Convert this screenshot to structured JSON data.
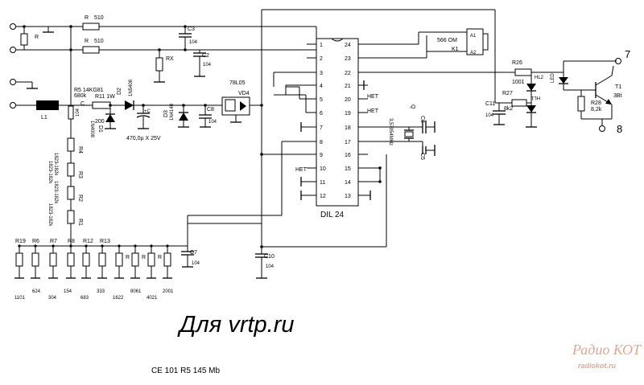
{
  "title": "Для vrtp.ru",
  "footer": "CE 101 R5 145 Mb",
  "watermark": {
    "line1": "Радио КОТ",
    "line2": "radiokot.ru"
  },
  "ic": {
    "name": "DIL 24",
    "left_pins": [
      "1",
      "2",
      "3",
      "4",
      "5",
      "6",
      "7",
      "8",
      "9",
      "10",
      "11",
      "12"
    ],
    "right_pins": [
      "24",
      "23",
      "22",
      "21",
      "20",
      "19",
      "18",
      "17",
      "16",
      "15",
      "14",
      "13"
    ],
    "het_labels": [
      "НЕТ",
      "НЕТ",
      "НЕТ"
    ]
  },
  "labels": {
    "r_top": "R",
    "r510a": "R",
    "v510a": "510",
    "r510b": "R",
    "v510b": "510",
    "c3": "C3",
    "c3v": "104",
    "c2": "C2",
    "c2v": "104",
    "rx": "RX",
    "r5": "R5 14KG81",
    "r5v": "680k",
    "c_lbl": "C",
    "c_v": "104",
    "r11": "R11 1W",
    "r11v": "200",
    "d2": "D2",
    "d2v": "1N5408",
    "d1": "D1",
    "d1v": "1N4008",
    "cplus": "+C",
    "cap470": "470,0µ X 25V",
    "d3": "D3",
    "d3v": "1N4148",
    "c8": "C8",
    "c8v": "104",
    "reg": "78L05",
    "vd4": "VD4",
    "l1": "L1",
    "r4": "R4",
    "r3": "R3",
    "r2": "R2",
    "r1": "R1",
    "rv1": "1823-182k",
    "rv2": "1823-182k",
    "rv3": "1823-182k",
    "rv4": "1823-182k",
    "k1a": "566 OM",
    "k1b": "K1",
    "a1": "A1",
    "a2": "A2",
    "r26": "R26",
    "r26v": "1001",
    "hl2": "HL2",
    "led": "LED",
    "hl1": "HL1",
    "r27": "R27",
    "r27v": "8k2",
    "c11": "C11",
    "c11v": "104",
    "t1": "T1",
    "t1v": "3Bt",
    "r28": "R28",
    "r28v": "8,2k",
    "n7": "7",
    "n8": "8",
    "q": "Q",
    "xtal": "3,57954MHz",
    "c6": "C6",
    "c5": "C5",
    "c10": "C10",
    "c10v": "104",
    "c7": "C7",
    "c7v": "104",
    "bottom_r_labels": [
      "R19",
      "R6",
      "R7",
      "R8",
      "R12",
      "R13"
    ],
    "bottom_values": [
      "1101",
      "624",
      "304",
      "154",
      "683",
      "333",
      "1622",
      "8061",
      "4021",
      "2001"
    ],
    "r_extra": [
      "R",
      "R",
      "R"
    ]
  }
}
